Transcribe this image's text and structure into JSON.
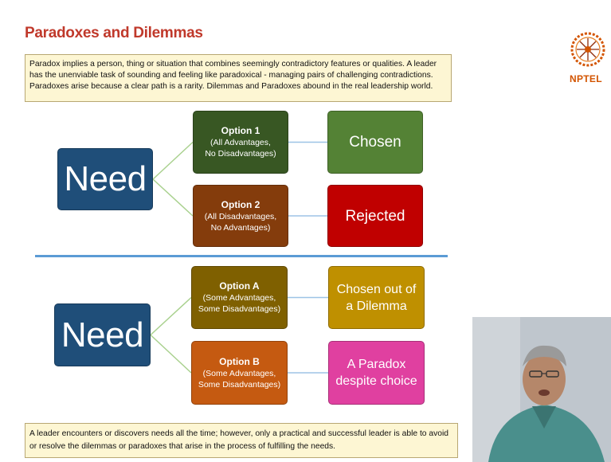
{
  "slide": {
    "title": "Paradoxes and Dilemmas",
    "intro": "Paradox implies a person, thing or situation that combines seemingly contradictory features or qualities. A leader has the unenviable task of sounding and feeling like paradoxical - managing pairs of challenging contradictions. Paradoxes arise because a clear path is a rarity. Dilemmas and Paradoxes abound in the real leadership world.",
    "footer": "A leader encounters or discovers needs all the time; however, only a practical and successful leader is able to avoid or resolve the dilemmas or paradoxes that arise in the process of fulfilling the needs."
  },
  "logo": {
    "text": "NPTEL"
  },
  "diagram_top": {
    "need": "Need",
    "option1": {
      "title": "Option 1",
      "line1": "(All Advantages,",
      "line2": "No Disadvantages)"
    },
    "option2": {
      "title": "Option 2",
      "line1": "(All Disadvantages,",
      "line2": "No Advantages)"
    },
    "result1": "Chosen",
    "result2": "Rejected"
  },
  "diagram_bottom": {
    "need": "Need",
    "optionA": {
      "title": "Option A",
      "line1": "(Some Advantages,",
      "line2": "Some Disadvantages)"
    },
    "optionB": {
      "title": "Option B",
      "line1": "(Some Advantages,",
      "line2": "Some Disadvantages)"
    },
    "resultA": "Chosen out of a Dilemma",
    "resultB": "A Paradox despite choice"
  },
  "colors": {
    "need": "#1f4e79",
    "option1": "#385723",
    "option2": "#843c0c",
    "chosen": "#548235",
    "rejected": "#c00000",
    "optionA": "#7f6000",
    "optionB": "#c55a11",
    "resultA": "#bf9000",
    "resultB": "#e040a0",
    "connector": "#a9d18e",
    "link": "#9dc3e6"
  }
}
